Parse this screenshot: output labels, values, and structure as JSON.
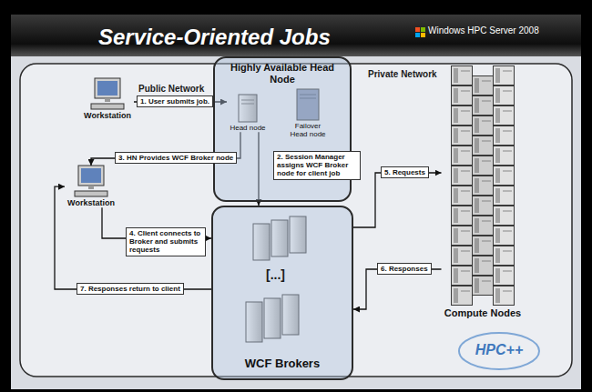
{
  "diagram": {
    "title": "Service-Oriented Jobs",
    "nodes": [
      {
        "text": [
          "Highly Available Head Node"
        ]
      },
      {
        "text": [
          "Head node"
        ],
        "in": 0
      },
      {
        "text": [
          "Failover Head node"
        ],
        "in": 0
      },
      {
        "text": [
          "Workstation"
        ]
      },
      {
        "text": [
          "Workstation"
        ]
      },
      {
        "text": [
          "WCF Brokers"
        ]
      },
      {
        "text": [
          "Compute Nodes"
        ]
      }
    ],
    "edges": [
      {
        "from": 3,
        "to": 1,
        "label": "1. User submits job.",
        "arrow": "to"
      },
      {
        "from": 1,
        "to": 5,
        "label": "2. Session Manager assigns WCF Broker node for client job",
        "arrow": "to"
      },
      {
        "from": 1,
        "to": 4,
        "label": "3. HN Provides WCF Broker node",
        "arrow": "to"
      },
      {
        "from": 4,
        "to": 5,
        "label": "4. Client connects to Broker and submits requests",
        "arrow": "to"
      },
      {
        "from": 5,
        "to": 6,
        "label": "5. Requests",
        "arrow": "to"
      },
      {
        "from": 6,
        "to": 5,
        "label": "6. Responses",
        "arrow": "to"
      },
      {
        "from": 5,
        "to": 4,
        "label": "7. Responses return to client",
        "arrow": "to"
      }
    ],
    "labels": [
      "Windows HPC Server 2008",
      "Public Network",
      "Private Network",
      "[...]",
      "HPC++"
    ]
  }
}
